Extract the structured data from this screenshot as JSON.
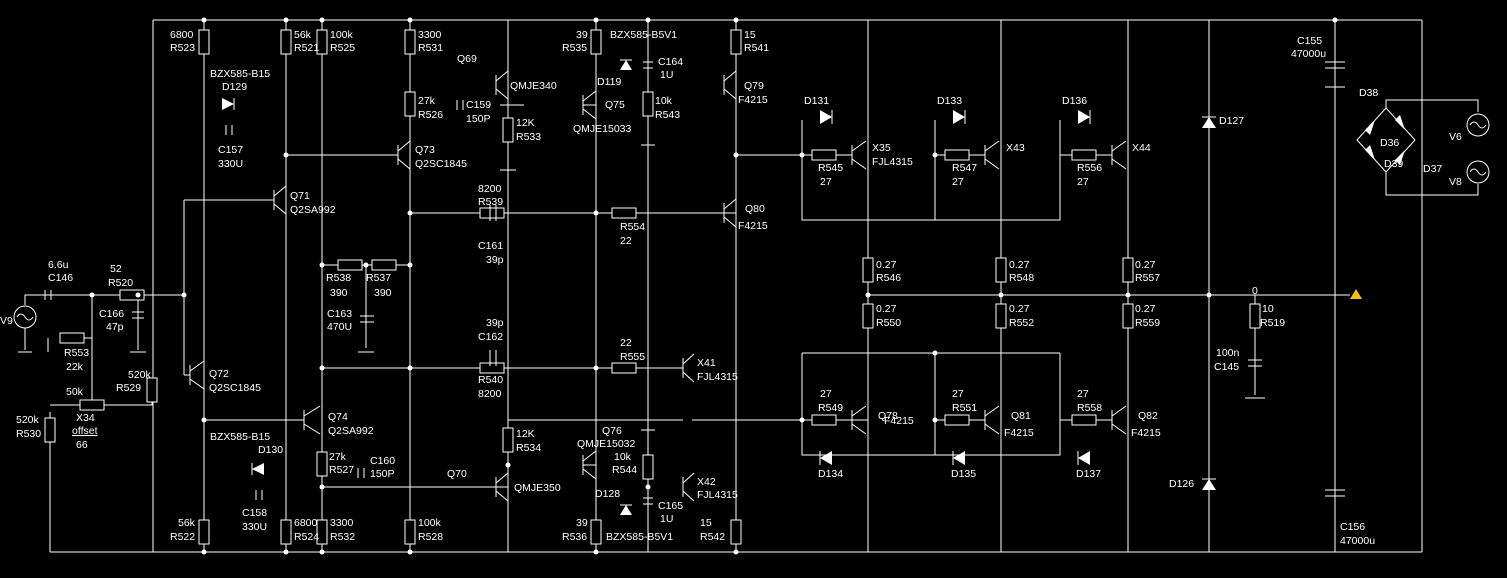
{
  "labels": {
    "r523": [
      "6800",
      "R523"
    ],
    "r521": [
      "56k",
      "R521"
    ],
    "r525": [
      "100k",
      "R525"
    ],
    "r531": [
      "3300",
      "R531"
    ],
    "q69": [
      "Q69"
    ],
    "r535": [
      "39",
      "R535"
    ],
    "bzx_top": [
      "BZX585-B5V1"
    ],
    "c164": [
      "C164",
      "1U"
    ],
    "r541": [
      "15",
      "R541"
    ],
    "c155": [
      "C155",
      "47000u"
    ],
    "bzx129": [
      "BZX585-B15",
      "D129"
    ],
    "qmje340": [
      "QMJE340"
    ],
    "d119": [
      "D119"
    ],
    "q79": [
      "Q79",
      "F4215"
    ],
    "d38": [
      "D38"
    ],
    "r543": [
      "10k",
      "R543"
    ],
    "r526": [
      "27k",
      "R526"
    ],
    "c159": [
      "C159",
      "150P"
    ],
    "q75": [
      "Q75"
    ],
    "d131": [
      "D131"
    ],
    "d133": [
      "D133"
    ],
    "d136": [
      "D136"
    ],
    "d127": [
      "D127"
    ],
    "r533": [
      "12K",
      "R533"
    ],
    "qmje15033": [
      "QMJE15033"
    ],
    "c157": [
      "C157",
      "330U"
    ],
    "x35": [
      "X35",
      "FJL4315"
    ],
    "x43": [
      "X43"
    ],
    "x44": [
      "X44"
    ],
    "d36": [
      "D36"
    ],
    "v6": [
      "V6"
    ],
    "q73": [
      "Q73",
      "Q2SC1845"
    ],
    "r545": [
      "R545",
      "27"
    ],
    "r547": [
      "R547",
      "27"
    ],
    "r556": [
      "R556",
      "27"
    ],
    "d37": [
      "D37"
    ],
    "d39": [
      "D39"
    ],
    "v8": [
      "V8"
    ],
    "q71": [
      "Q71",
      "Q2SA992"
    ],
    "r539": [
      "8200",
      "R539"
    ],
    "q80": [
      "Q80",
      "F4215"
    ],
    "r554": [
      "R554",
      "22"
    ],
    "c161": [
      "C161",
      "39p"
    ],
    "c146": [
      "6.6u",
      "C146"
    ],
    "r520": [
      "52",
      "R520"
    ],
    "r538": [
      "R538",
      "390"
    ],
    "r537": [
      "R537",
      "390"
    ],
    "r546": [
      "0.27",
      "R546"
    ],
    "r548": [
      "0.27",
      "R548"
    ],
    "r557": [
      "0.27",
      "R557"
    ],
    "v9": [
      "V9"
    ],
    "c166": [
      "C166",
      "47p"
    ],
    "r550": [
      "0.27",
      "R550"
    ],
    "r552": [
      "0.27",
      "R552"
    ],
    "r559": [
      "0.27",
      "R559"
    ],
    "r519": [
      "0",
      "10",
      "R519"
    ],
    "c163": [
      "C163",
      "470U"
    ],
    "r553": [
      "R553",
      "22k"
    ],
    "c145": [
      "100n",
      "C145"
    ],
    "c162": [
      "39p",
      "C162"
    ],
    "r555": [
      "22",
      "R555"
    ],
    "x41": [
      "X41",
      "FJL4315"
    ],
    "r529": [
      "520k",
      "R529"
    ],
    "q72": [
      "Q72",
      "Q2SC1845"
    ],
    "r540": [
      "R540",
      "8200"
    ],
    "x34": [
      "50k",
      "X34",
      "offset",
      "66"
    ],
    "r549": [
      "27",
      "R549"
    ],
    "q78": [
      "Q78",
      "F4215"
    ],
    "r551": [
      "27",
      "R551"
    ],
    "r558": [
      "27",
      "R558"
    ],
    "q81": [
      "Q81",
      "F4215"
    ],
    "q82": [
      "Q82",
      "F4215"
    ],
    "r530": [
      "520k",
      "R530"
    ],
    "q74": [
      "Q74",
      "Q2SA992"
    ],
    "r534": [
      "12K",
      "R534"
    ],
    "q76": [
      "Q76",
      "QMJE15032"
    ],
    "bzx130": [
      "BZX585-B15",
      "D130"
    ],
    "r527": [
      "27k",
      "R527"
    ],
    "c160": [
      "C160",
      "150P"
    ],
    "r544": [
      "10k",
      "R544"
    ],
    "x42": [
      "X42",
      "FJL4315"
    ],
    "d134": [
      "D134"
    ],
    "d135": [
      "D135"
    ],
    "d137": [
      "D137"
    ],
    "q70": [
      "Q70"
    ],
    "qmje350": [
      "QMJE350"
    ],
    "d128": [
      "D128"
    ],
    "c165": [
      "C165",
      "1U"
    ],
    "d126": [
      "D126"
    ],
    "c158": [
      "C158",
      "330U"
    ],
    "r522": [
      "56k",
      "R522"
    ],
    "r524": [
      "6800",
      "R524"
    ],
    "r532": [
      "3300",
      "R532"
    ],
    "r528": [
      "100k",
      "R528"
    ],
    "r536": [
      "39",
      "R536"
    ],
    "bzx_bot": [
      "BZX585-B5V1"
    ],
    "r542": [
      "15",
      "R542"
    ],
    "c156": [
      "C156",
      "47000u"
    ]
  },
  "colors": {
    "background": "#000000",
    "wire": "#ffffff",
    "probe": "#f2c200"
  }
}
